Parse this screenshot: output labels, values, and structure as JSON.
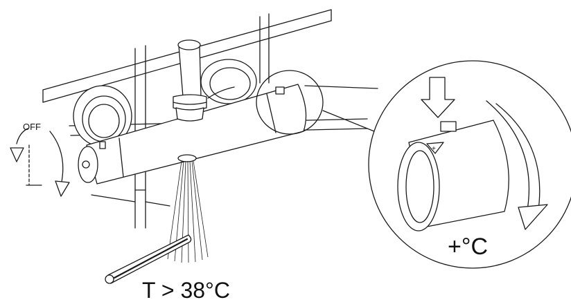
{
  "labels": {
    "off": "OFF",
    "plus_sign": "+",
    "increase_temp": "+°C",
    "temperature_condition": "T > 38°C"
  },
  "colors": {
    "line": "#1a1a1a",
    "background": "#ffffff"
  },
  "icons": [
    "rotate-arrow-icon",
    "push-arrow-icon",
    "thermometer-icon"
  ]
}
